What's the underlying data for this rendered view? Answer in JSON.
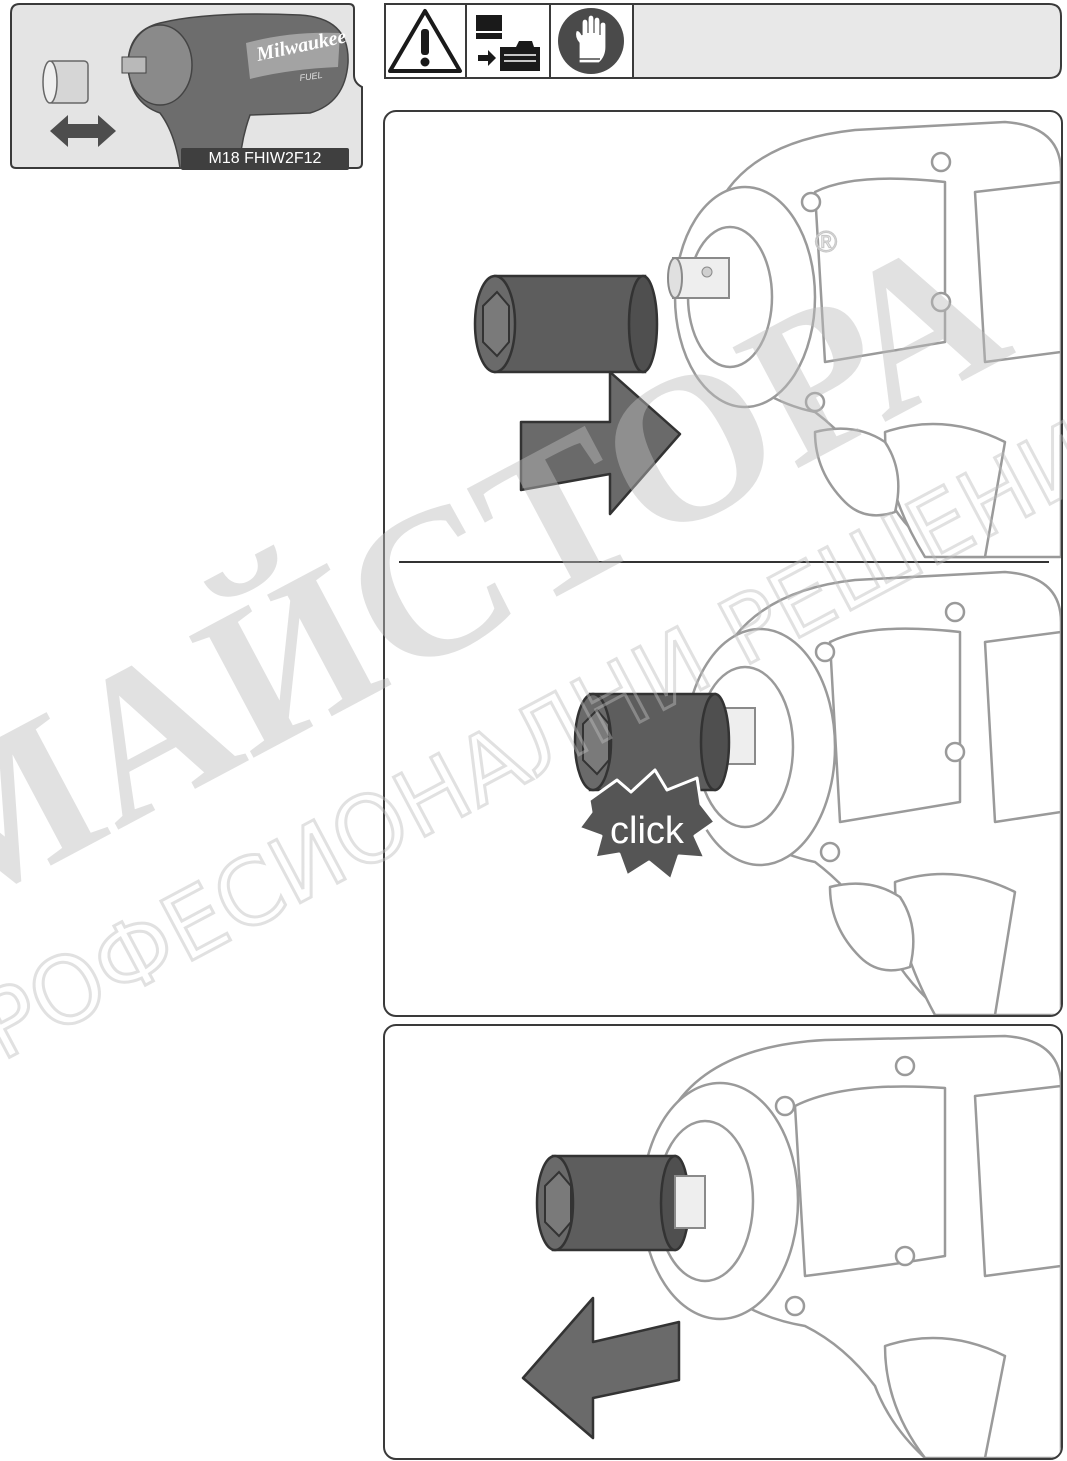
{
  "header": {
    "model_label": "M18 FHIW2F12",
    "brand_text": "Milwaukee",
    "sub_brand_text": "FUEL",
    "icons": [
      "warning-triangle-icon",
      "remove-battery-icon",
      "wear-gloves-icon"
    ]
  },
  "steps": [
    {
      "id": "attach-socket",
      "arrow_direction": "right"
    },
    {
      "id": "socket-engaged",
      "callout_text": "click"
    },
    {
      "id": "remove-socket",
      "arrow_direction": "left"
    }
  ],
  "watermark": {
    "main_text": "МАЙСТОРА",
    "sub_text": "ПРОФЕСИОНАЛНИ РЕШЕНИЯ"
  },
  "colors": {
    "frame": "#3a3a3a",
    "thumb_bg": "#e4e4e4",
    "socket": "#5d5d5d",
    "arrow": "#6a6a6a",
    "tool_line": "#9a9a9a",
    "watermark": "#bdbdbd"
  }
}
